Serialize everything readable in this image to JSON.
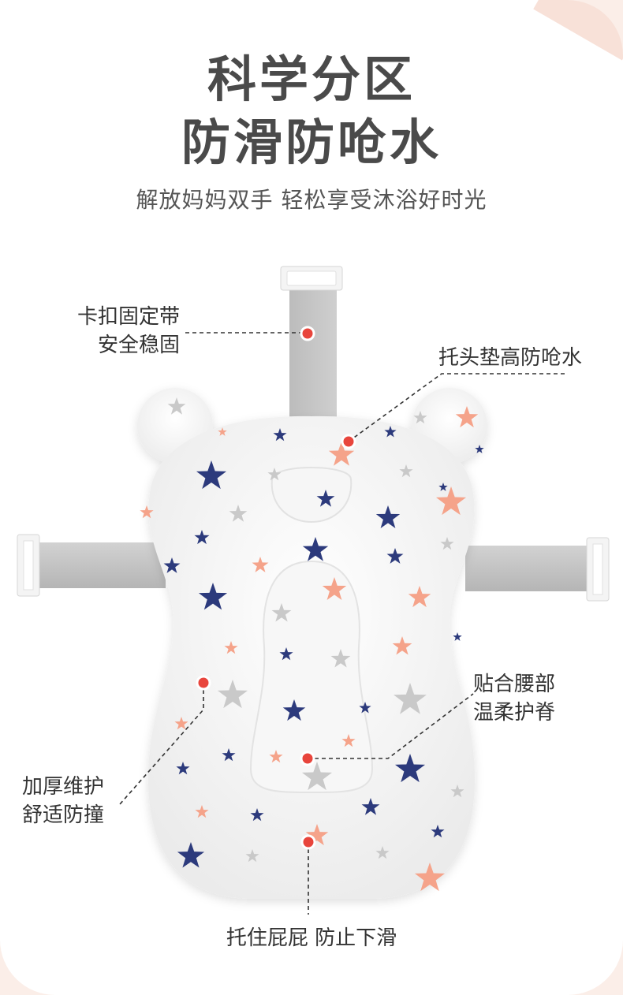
{
  "header": {
    "title_line1": "科学分区",
    "title_line2": "防滑防呛水",
    "subtitle": "解放妈妈双手 轻松享受沐浴好时光"
  },
  "callouts": {
    "strap": {
      "line1": "卡扣固定带",
      "line2": "安全稳固"
    },
    "head": {
      "line1": "托头垫高防呛水"
    },
    "waist": {
      "line1": "贴合腰部",
      "line2": "温柔护脊"
    },
    "thick": {
      "line1": "加厚维护",
      "line2": "舒适防撞"
    },
    "bottom": {
      "line1": "托住屁屁 防止下滑"
    }
  },
  "colors": {
    "title": "#4a4a4a",
    "dot": "#e8453c",
    "strap": "#c4c4c4",
    "star_navy": "#2c3a7c",
    "star_peach": "#f5a38a",
    "star_gray": "#c9c9c9",
    "corner_accent": "#f3c9b8"
  }
}
